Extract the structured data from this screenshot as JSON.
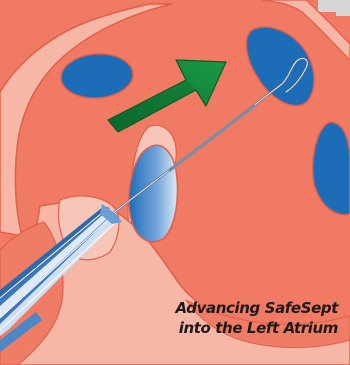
{
  "caption": {
    "line1": "Advancing SafeSept",
    "line2": "into the Left Atrium"
  },
  "colors": {
    "tissue": "#f07a63",
    "tissue_edge": "#e0604a",
    "septum": "#f6b7a6",
    "septum_light": "#fbd6cb",
    "chamber_blue": "#1d6cb8",
    "chamber_blue_light": "#dbe9f6",
    "arrow_green": "#138a3b",
    "arrow_green_dark": "#0a5c26",
    "catheter_blue": "#4d87c5",
    "catheter_light": "#dfeaf6",
    "guidewire": "#7f8da3",
    "corner_gray": "#d6d6d6"
  },
  "icons": {
    "direction_arrow": "green-arrow-icon",
    "catheter": "catheter-sheath",
    "guidewire": "safesept-guidewire"
  }
}
